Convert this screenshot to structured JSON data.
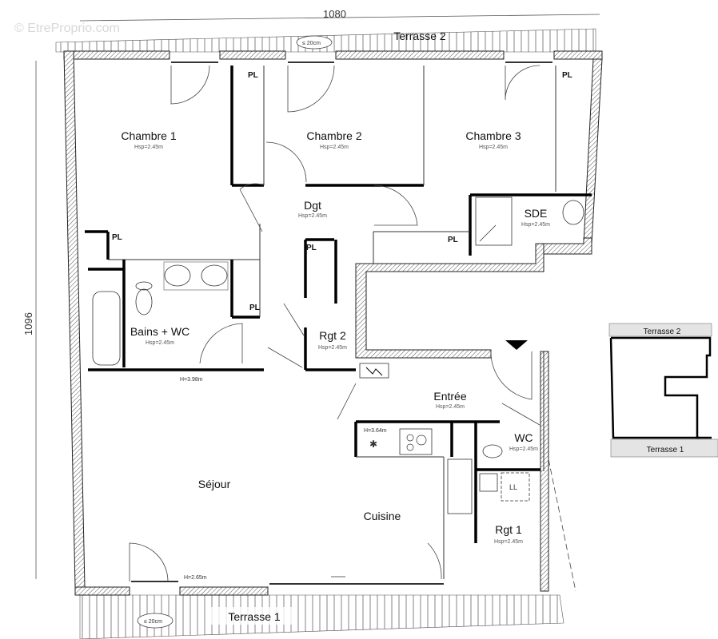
{
  "watermark": "© EtreProprio.com",
  "dimensions": {
    "width_label": "1080",
    "height_label": "1096"
  },
  "terraces": {
    "terrace_2": {
      "label": "Terrasse 2",
      "step_note": "≤ 20cm"
    },
    "terrace_1": {
      "label": "Terrasse 1",
      "step_note": "≤ 20cm"
    }
  },
  "rooms": [
    {
      "id": "chambre-1",
      "name": "Chambre 1",
      "hsp": "Hsp=2.45m"
    },
    {
      "id": "chambre-2",
      "name": "Chambre 2",
      "hsp": "Hsp=2.45m"
    },
    {
      "id": "chambre-3",
      "name": "Chambre 3",
      "hsp": "Hsp=2.45m"
    },
    {
      "id": "dgt",
      "name": "Dgt",
      "hsp": "Hsp=2.45m"
    },
    {
      "id": "sde",
      "name": "SDE",
      "hsp": "Hsp=2.45m"
    },
    {
      "id": "bains-wc",
      "name": "Bains + WC",
      "hsp": "Hsp=2.45m"
    },
    {
      "id": "rgt-2",
      "name": "Rgt 2",
      "hsp": "Hsp=2.45m"
    },
    {
      "id": "entree",
      "name": "Entrée",
      "hsp": "Hsp=2.45m"
    },
    {
      "id": "wc",
      "name": "WC",
      "hsp": "Hsp=2.45m"
    },
    {
      "id": "sejour",
      "name": "Séjour",
      "hsp": ""
    },
    {
      "id": "cuisine",
      "name": "Cuisine",
      "hsp": ""
    },
    {
      "id": "rgt-1",
      "name": "Rgt 1",
      "hsp": "Hsp=2.45m"
    }
  ],
  "placards": {
    "label": "PL"
  },
  "annotations": {
    "h_bains": "H=3.98m",
    "h_cuisine": "H=3.64m",
    "h_sejour": "H=2.65m",
    "laundry": "LL"
  },
  "minimap": {
    "terrace_2": "Terrasse 2",
    "terrace_1": "Terrasse 1"
  }
}
